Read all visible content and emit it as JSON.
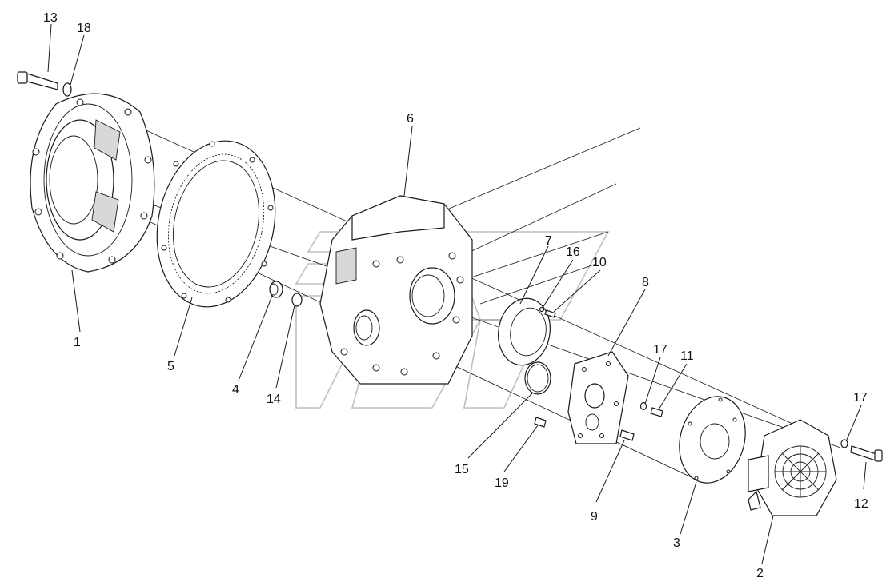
{
  "diagram": {
    "callouts": [
      {
        "id": "13",
        "label": "13"
      },
      {
        "id": "18",
        "label": "18"
      },
      {
        "id": "6",
        "label": "6"
      },
      {
        "id": "7",
        "label": "7"
      },
      {
        "id": "16",
        "label": "16"
      },
      {
        "id": "10",
        "label": "10"
      },
      {
        "id": "8",
        "label": "8"
      },
      {
        "id": "17a",
        "label": "17"
      },
      {
        "id": "11",
        "label": "11"
      },
      {
        "id": "17b",
        "label": "17"
      },
      {
        "id": "1",
        "label": "1"
      },
      {
        "id": "5",
        "label": "5"
      },
      {
        "id": "4",
        "label": "4"
      },
      {
        "id": "14",
        "label": "14"
      },
      {
        "id": "15",
        "label": "15"
      },
      {
        "id": "19",
        "label": "19"
      },
      {
        "id": "9",
        "label": "9"
      },
      {
        "id": "3",
        "label": "3"
      },
      {
        "id": "2",
        "label": "2"
      },
      {
        "id": "12",
        "label": "12"
      }
    ]
  }
}
